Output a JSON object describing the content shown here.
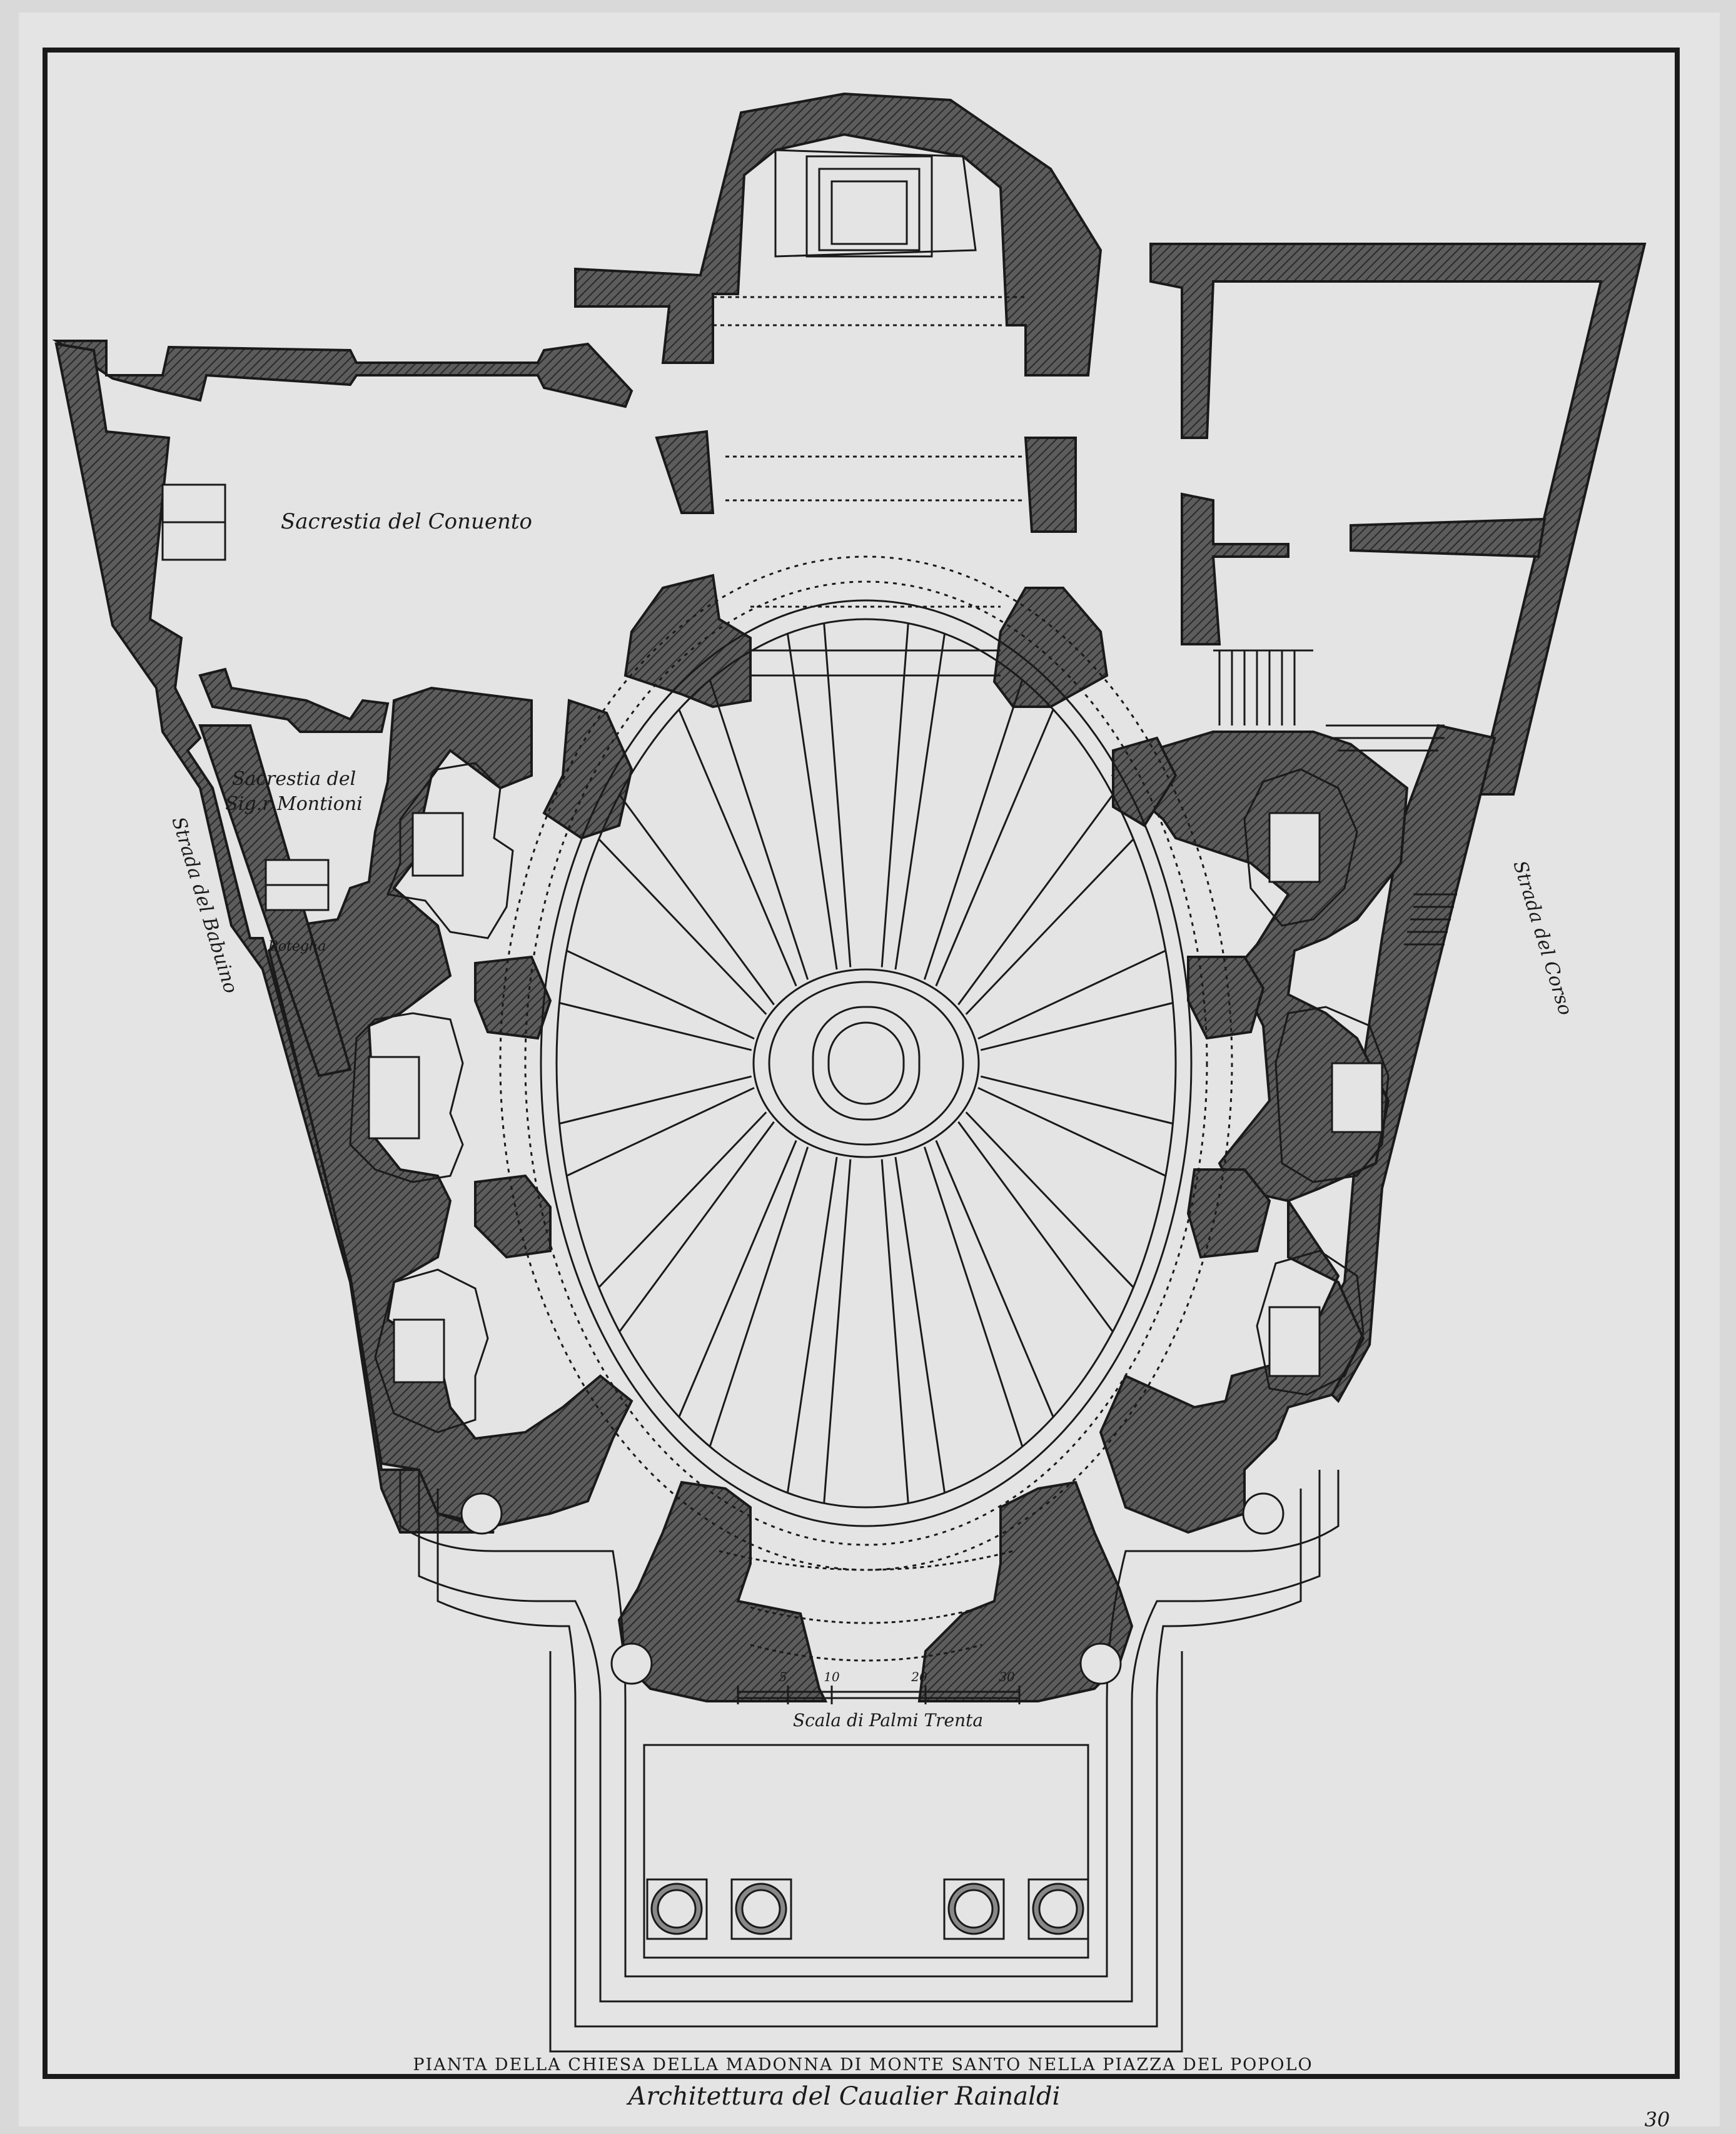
{
  "plate": {
    "title": "PIANTA DELLA CHIESA DELLA MADONNA DI MONTE SANTO NELLA PIAZZA DEL POPOLO",
    "subtitle": "Architettura del Caualier Rainaldi",
    "page_number": "30"
  },
  "labels": {
    "sacrestia_convento": "Sacrestia del Conuento",
    "sacrestia_montioni_line1": "Sacrestia del",
    "sacrestia_montioni_line2": "Sig.r Montioni",
    "strada_babuino": "Strada del Babuino",
    "strada_corso": "Strada del Corso",
    "bottega": "Botegha"
  },
  "scale_bar": {
    "caption": "Scala di Palmi Trenta",
    "ticks": [
      "5",
      "10",
      "20",
      "30"
    ]
  },
  "colors": {
    "paper": "#e2e2e2",
    "ink": "#1a1a1a",
    "wall_fill": "#555555",
    "background": "#d9d9d9"
  }
}
